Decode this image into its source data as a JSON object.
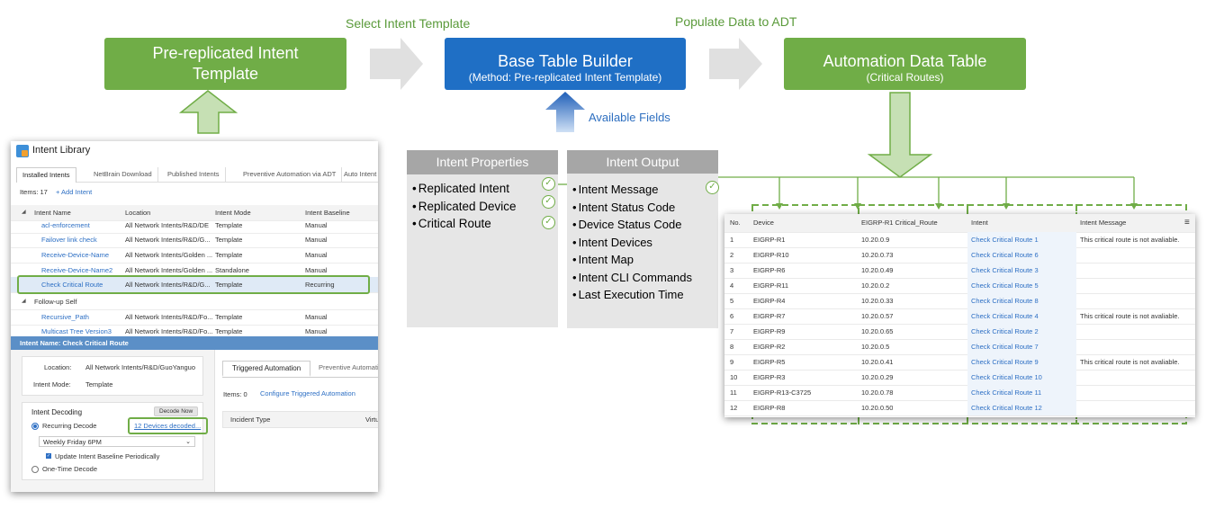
{
  "flow": {
    "select_label": "Select Intent Template",
    "populate_label": "Populate Data to ADT",
    "box1_line1": "Pre-replicated Intent",
    "box1_line2": "Template",
    "box2_title": "Base Table Builder",
    "box2_sub": "(Method: Pre-replicated Intent Template)",
    "box3_title": "Automation Data Table",
    "box3_sub": "(Critical Routes)",
    "available_fields": "Available Fields"
  },
  "intent_properties": {
    "header": "Intent Properties",
    "items": [
      "Replicated Intent",
      "Replicated Device",
      "Critical Route"
    ]
  },
  "intent_output": {
    "header": "Intent Output",
    "items": [
      "Intent Message",
      "Intent Status Code",
      "Device Status Code",
      "Intent Devices",
      "Intent Map",
      "Intent CLI Commands",
      "Last Execution Time"
    ]
  },
  "library": {
    "title": "Intent Library",
    "tabs": [
      "Installed Intents",
      "NetBrain Download",
      "Published Intents",
      "Preventive Automation via ADT",
      "Auto Intent"
    ],
    "items_count": "Items: 17",
    "add_intent": "+ Add Intent",
    "columns": [
      "Intent Name",
      "Location",
      "Intent Mode",
      "Intent Baseline"
    ],
    "rows": [
      {
        "name": "acl-enforcement",
        "location": "All Network Intents/R&D/DE",
        "mode": "Template",
        "baseline": "Manual"
      },
      {
        "name": "Failover link check",
        "location": "All Network Intents/R&D/G...",
        "mode": "Template",
        "baseline": "Manual"
      },
      {
        "name": "Receive-Device-Name",
        "location": "All Network Intents/Golden ...",
        "mode": "Template",
        "baseline": "Manual"
      },
      {
        "name": "Receive-Device-Name2",
        "location": "All Network Intents/Golden ...",
        "mode": "Standalone",
        "baseline": "Manual"
      },
      {
        "name": "Check Critical Route",
        "location": "All Network Intents/R&D/G...",
        "mode": "Template",
        "baseline": "Recurring"
      }
    ],
    "group": "Follow-up Self",
    "rows2": [
      {
        "name": "Recursive_Path",
        "location": "All Network Intents/R&D/Fo...",
        "mode": "Template",
        "baseline": "Manual"
      },
      {
        "name": "Multicast Tree Version3",
        "location": "All Network Intents/R&D/Fo...",
        "mode": "Template",
        "baseline": "Manual"
      }
    ],
    "detail_bar": "Intent Name: Check Critical Route",
    "location_label": "Location:",
    "location_value": "All Network Intents/R&D/GuoYanguo",
    "mode_label": "Intent Mode:",
    "mode_value": "Template",
    "decoding_title": "Intent Decoding",
    "decode_now": "Decode Now",
    "recurring_decode": "Recurring Decode",
    "devices_decoded": "12 Devices decoded...",
    "schedule": "Weekly Friday 6PM",
    "update_baseline": "Update Intent Baseline Periodically",
    "one_time": "One-Time Decode",
    "tab_triggered": "Triggered Automation",
    "tab_preventive": "Preventive Automation",
    "items0": "Items: 0",
    "configure": "Configure Triggered Automation",
    "col_incident": "Incident Type",
    "col_virtual": "Virtu"
  },
  "adt": {
    "columns": [
      "No.",
      "Device",
      "EIGRP-R1 Critical_Route",
      "Intent",
      "Intent Message"
    ],
    "rows": [
      {
        "no": "1",
        "device": "EIGRP-R1",
        "route": "10.20.0.9",
        "intent": "Check Critical Route 1",
        "msg": "This critical route is not avaliable."
      },
      {
        "no": "2",
        "device": "EIGRP-R10",
        "route": "10.20.0.73",
        "intent": "Check Critical Route 6",
        "msg": ""
      },
      {
        "no": "3",
        "device": "EIGRP-R6",
        "route": "10.20.0.49",
        "intent": "Check Critical Route 3",
        "msg": ""
      },
      {
        "no": "4",
        "device": "EIGRP-R11",
        "route": "10.20.0.2",
        "intent": "Check Critical Route 5",
        "msg": ""
      },
      {
        "no": "5",
        "device": "EIGRP-R4",
        "route": "10.20.0.33",
        "intent": "Check Critical Route 8",
        "msg": ""
      },
      {
        "no": "6",
        "device": "EIGRP-R7",
        "route": "10.20.0.57",
        "intent": "Check Critical Route 4",
        "msg": "This critical route is not avaliable."
      },
      {
        "no": "7",
        "device": "EIGRP-R9",
        "route": "10.20.0.65",
        "intent": "Check Critical Route 2",
        "msg": ""
      },
      {
        "no": "8",
        "device": "EIGRP-R2",
        "route": "10.20.0.5",
        "intent": "Check Critical Route 7",
        "msg": ""
      },
      {
        "no": "9",
        "device": "EIGRP-R5",
        "route": "10.20.0.41",
        "intent": "Check Critical Route 9",
        "msg": "This critical route is not avaliable."
      },
      {
        "no": "10",
        "device": "EIGRP-R3",
        "route": "10.20.0.29",
        "intent": "Check Critical Route 10",
        "msg": ""
      },
      {
        "no": "11",
        "device": "EIGRP-R13-C3725",
        "route": "10.20.0.78",
        "intent": "Check Critical Route 11",
        "msg": ""
      },
      {
        "no": "12",
        "device": "EIGRP-R8",
        "route": "10.20.0.50",
        "intent": "Check Critical Route 12",
        "msg": ""
      }
    ]
  }
}
